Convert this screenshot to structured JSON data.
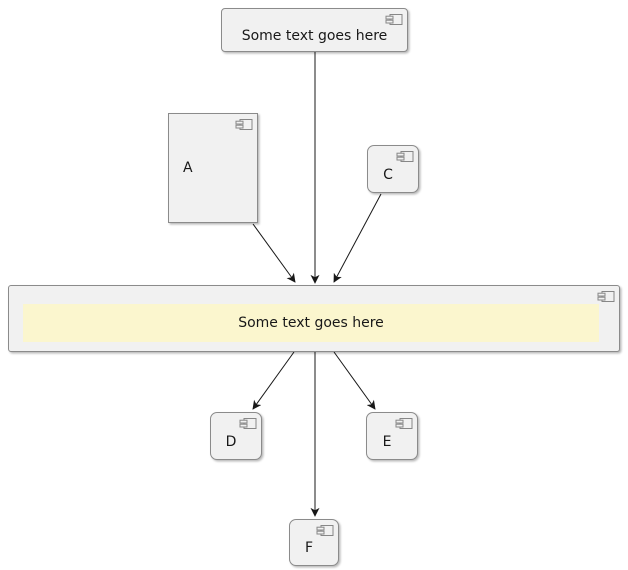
{
  "diagram": {
    "type": "component-diagram",
    "colors": {
      "background": "#ffffff",
      "node_fill": "#f1f1f1",
      "node_border": "#8b8b8b",
      "highlight_fill": "#fbf6ce",
      "arrow": "#181818",
      "text": "#181818"
    },
    "nodes": {
      "top": {
        "label": "Some text goes here",
        "icon": "component-icon"
      },
      "a": {
        "label": "A",
        "icon": "component-icon"
      },
      "c": {
        "label": "C",
        "icon": "component-icon"
      },
      "wide": {
        "label": "Some text goes here",
        "icon": "component-icon"
      },
      "d": {
        "label": "D",
        "icon": "component-icon"
      },
      "e": {
        "label": "E",
        "icon": "component-icon"
      },
      "f": {
        "label": "F",
        "icon": "component-icon"
      }
    },
    "edges": [
      {
        "from": "top",
        "to": "wide"
      },
      {
        "from": "a",
        "to": "wide"
      },
      {
        "from": "c",
        "to": "wide"
      },
      {
        "from": "wide",
        "to": "d"
      },
      {
        "from": "wide",
        "to": "e"
      },
      {
        "from": "wide",
        "to": "f"
      }
    ]
  }
}
